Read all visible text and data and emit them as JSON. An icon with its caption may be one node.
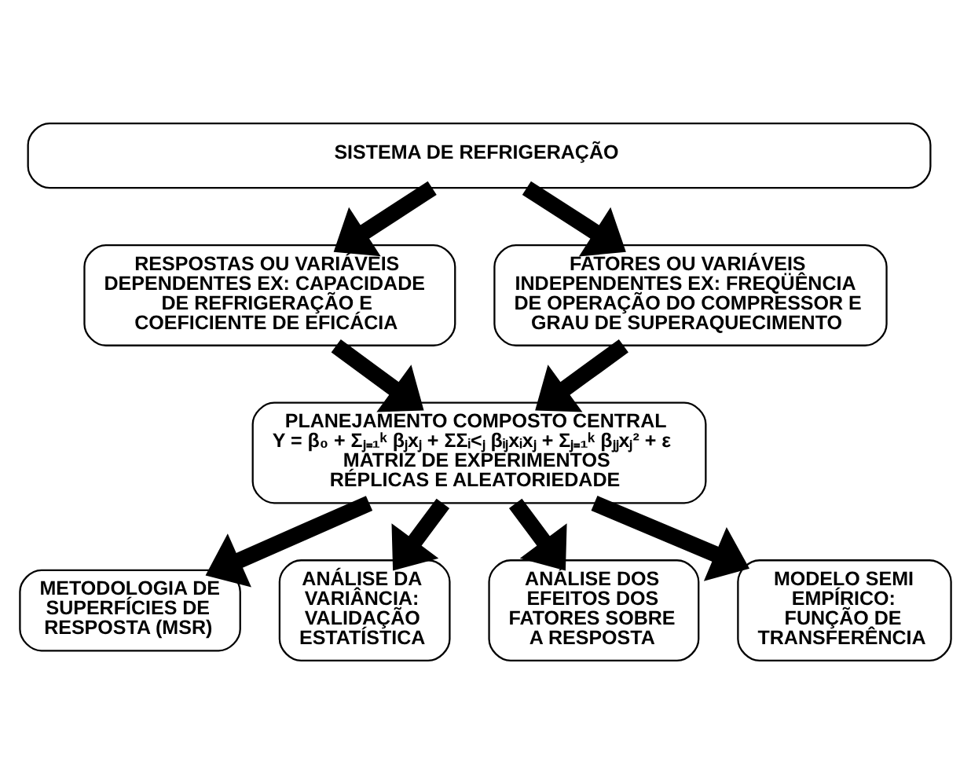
{
  "diagram": {
    "nodes": [
      {
        "text": [
          "SISTEMA DE REFRIGERAÇÃO"
        ]
      },
      {
        "text": [
          "RESPOSTAS OU VARIÁVEIS DEPENDENTES EX: CAPACIDADE DE REFRIGERAÇÃO E COEFICIENTE DE EFICÁCIA"
        ]
      },
      {
        "text": [
          "FATORES OU VARIÁVEIS INDEPENDENTES EX: FREQÜÊNCIA DE OPERAÇÃO DO COMPRESSOR E GRAU DE SUPERAQUECIMENTO"
        ]
      },
      {
        "text": [
          "PLANEJAMENTO COMPOSTO CENTRAL",
          "Y = β₀ + Σⱼ₌₁ᵏ βⱼxⱼ + ΣΣᵢ<ⱼ βᵢⱼxᵢxⱼ + Σⱼ₌₁ᵏ βⱼⱼxⱼ² + ε",
          "MATRIZ DE EXPERIMENTOS",
          "RÉPLICAS E ALEATORIEDADE"
        ]
      },
      {
        "text": [
          "METODOLOGIA DE SUPERFÍCIES DE RESPOSTA (MSR)"
        ]
      },
      {
        "text": [
          "ANÁLISE DA VARIÂNCIA: VALIDAÇÃO ESTATÍSTICA"
        ]
      },
      {
        "text": [
          "ANÁLISE DOS EFEITOS DOS FATORES SOBRE A RESPOSTA"
        ]
      },
      {
        "text": [
          "MODELO SEMI EMPÍRICO: FUNÇÃO DE TRANSFERÊNCIA"
        ]
      }
    ],
    "edges": [
      {
        "from": 0,
        "to": 1,
        "arrow": "to"
      },
      {
        "from": 0,
        "to": 2,
        "arrow": "to"
      },
      {
        "from": 1,
        "to": 3,
        "arrow": "to"
      },
      {
        "from": 2,
        "to": 3,
        "arrow": "to"
      },
      {
        "from": 3,
        "to": 4,
        "arrow": "to"
      },
      {
        "from": 3,
        "to": 5,
        "arrow": "to"
      },
      {
        "from": 3,
        "to": 6,
        "arrow": "to"
      },
      {
        "from": 3,
        "to": 7,
        "arrow": "to"
      }
    ]
  }
}
